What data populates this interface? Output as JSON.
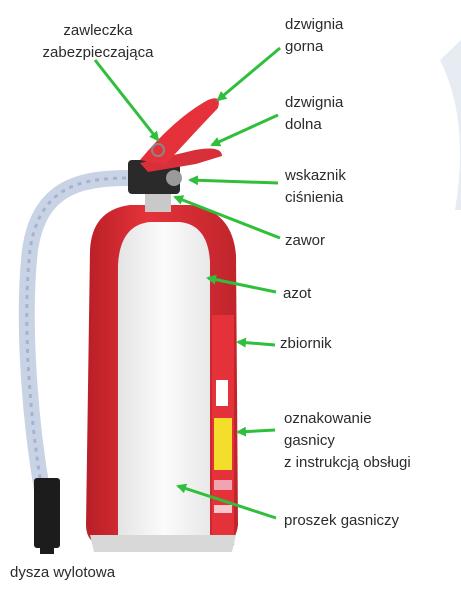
{
  "diagram": {
    "title": "",
    "colors": {
      "arrow": "#2fbf3a",
      "extinguisher_red": "#e5323a",
      "cylinder_white": "#f3f3f3",
      "hose": "#c9d3e6",
      "nozzle": "#1c1c1c",
      "label_text": "#2b2b2b"
    },
    "labels": {
      "safety_pin": "zawleczka\nzabezpieczająca",
      "upper_lever": "dzwignia\ngorna",
      "lower_lever": "dzwignia\ndolna",
      "pressure_gauge": "wskaznik\nciśnienia",
      "valve": "zawor",
      "nitrogen": "azot",
      "tank": "zbiornik",
      "marking": "oznakowanie\ngasnicy\nz instrukcją obsługi",
      "powder": "proszek gasniczy",
      "nozzle": "dysza wylotowa"
    }
  }
}
